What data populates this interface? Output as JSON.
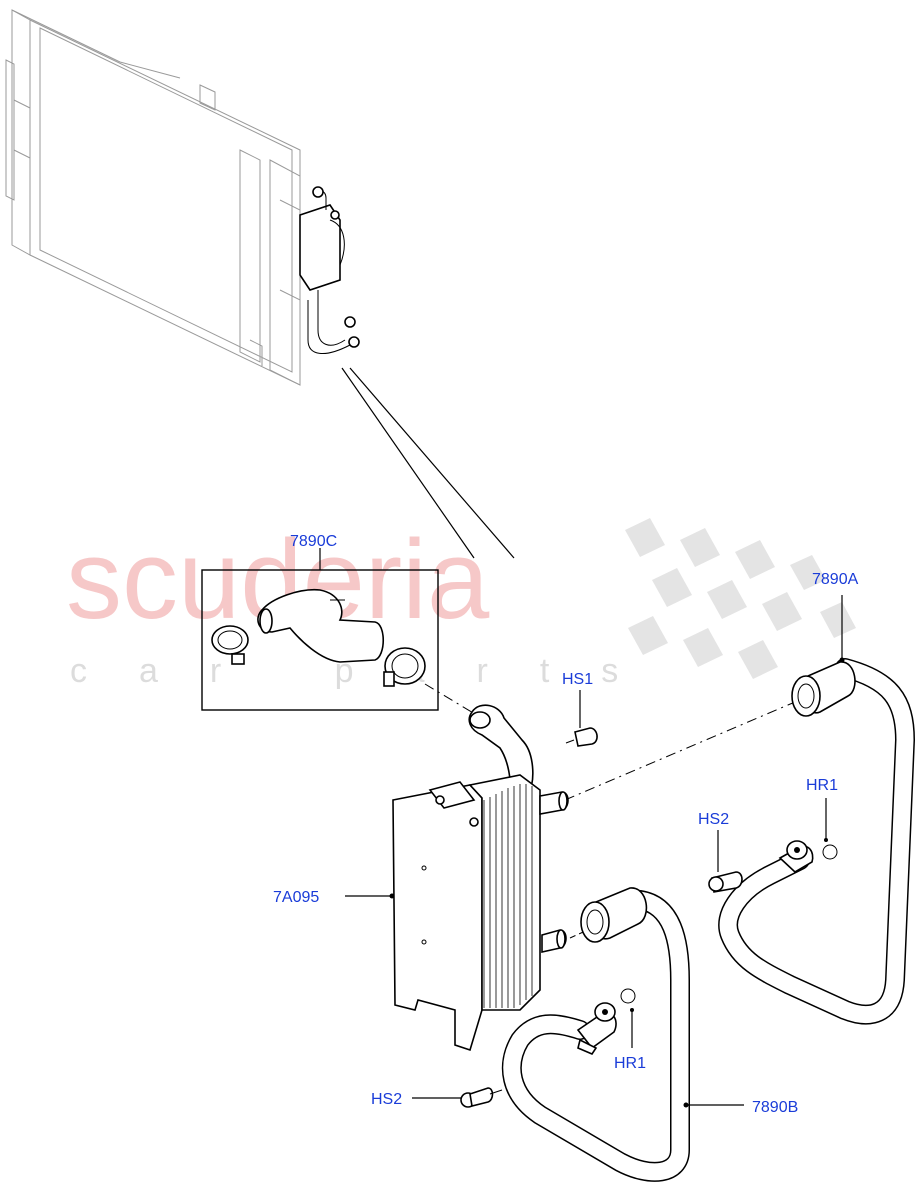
{
  "watermark": {
    "brand": "scuderia",
    "tagline": "car parts"
  },
  "callouts": {
    "hose_kit_c": "7890C",
    "hose_a": "7890A",
    "hose_b": "7890B",
    "screw_hs1": "HS1",
    "screw_hs2_upper": "HS2",
    "screw_hs2_lower": "HS2",
    "oring_hr1_upper": "HR1",
    "oring_hr1_lower": "HR1",
    "oil_cooler": "7A095"
  },
  "colors": {
    "callout_text": "#1a3cd8",
    "watermark_red": "#f6c8c8",
    "watermark_grey": "#dcdcdc",
    "line": "#000000"
  }
}
